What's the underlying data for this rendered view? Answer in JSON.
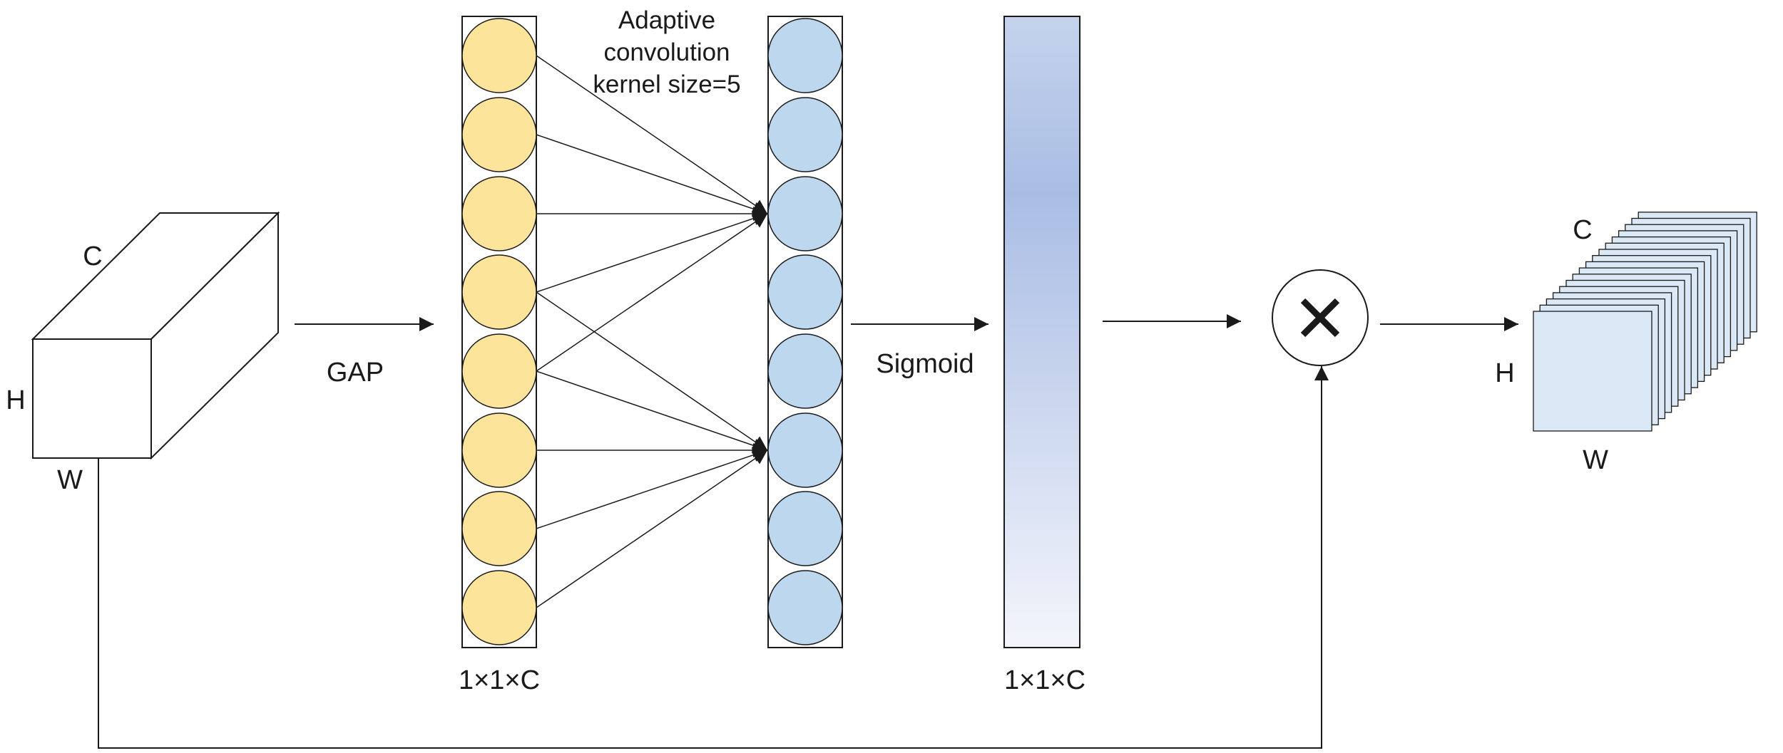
{
  "labels": {
    "input_c": "C",
    "input_h": "H",
    "input_w": "W",
    "gap": "GAP",
    "conv_line1": "Adaptive",
    "conv_line2": "convolution",
    "conv_line3": "kernel size=5",
    "sigmoid": "Sigmoid",
    "vec1_dim": "1×1×C",
    "vec2_dim": "1×1×C",
    "output_c": "C",
    "output_h": "H",
    "output_w": "W"
  },
  "colors": {
    "gap_node_fill": "#fde49b",
    "conv_node_fill": "#bdd7ee",
    "weights_top": "#c5d3ec",
    "weights_mid": "#a9bde4",
    "weights_bottom": "#f3f5fb",
    "output_fill": "#dbe8f5",
    "stroke": "#1a1a1a"
  },
  "icons": {
    "multiply": "multiply-icon"
  }
}
